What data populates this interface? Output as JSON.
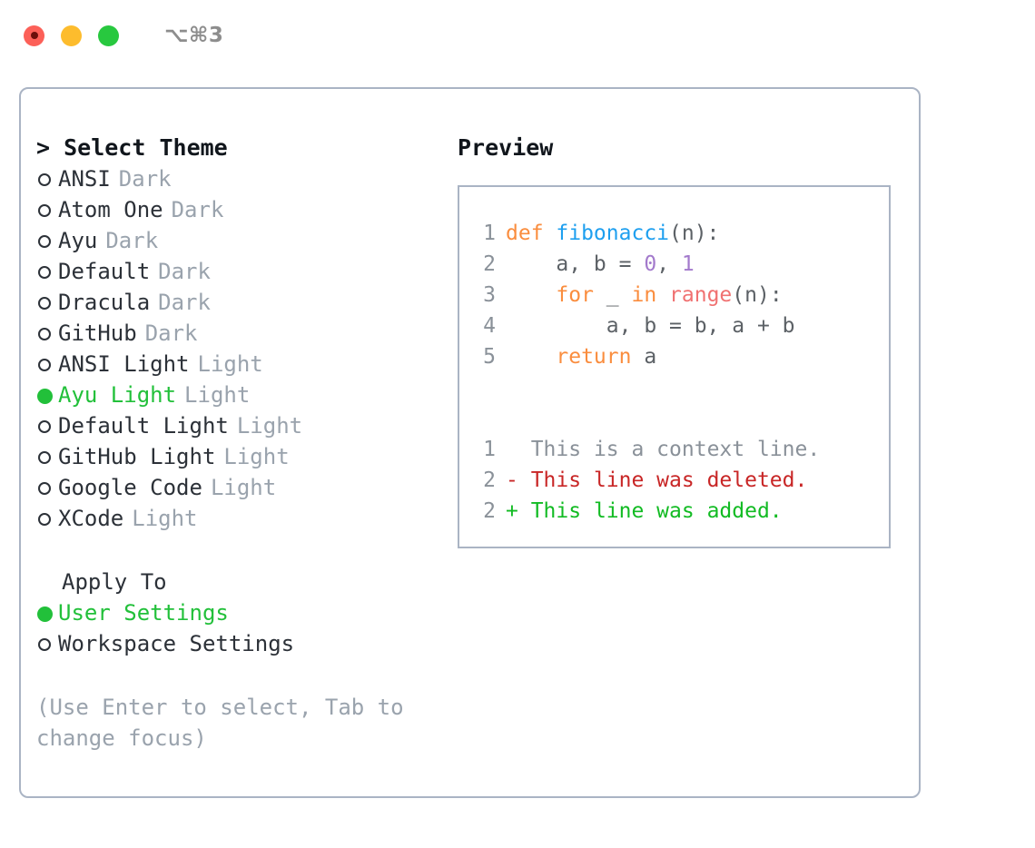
{
  "titlebar": {
    "shortcut": "⌥⌘3",
    "buttons": [
      {
        "name": "close",
        "color": "#fc6058"
      },
      {
        "name": "minimize",
        "color": "#fdbc2d"
      },
      {
        "name": "zoom",
        "color": "#28c83f"
      }
    ]
  },
  "theme_picker": {
    "header": "> Select Theme",
    "selected_theme": "Ayu Light",
    "accent_color": "#22c03a",
    "items": [
      {
        "label": "ANSI",
        "kind": "Dark",
        "selected": false
      },
      {
        "label": "Atom One",
        "kind": "Dark",
        "selected": false
      },
      {
        "label": "Ayu",
        "kind": "Dark",
        "selected": false
      },
      {
        "label": "Default",
        "kind": "Dark",
        "selected": false
      },
      {
        "label": "Dracula",
        "kind": "Dark",
        "selected": false
      },
      {
        "label": "GitHub",
        "kind": "Dark",
        "selected": false
      },
      {
        "label": "ANSI Light",
        "kind": "Light",
        "selected": false
      },
      {
        "label": "Ayu Light",
        "kind": "Light",
        "selected": true
      },
      {
        "label": "Default Light",
        "kind": "Light",
        "selected": false
      },
      {
        "label": "GitHub Light",
        "kind": "Light",
        "selected": false
      },
      {
        "label": "Google Code",
        "kind": "Light",
        "selected": false
      },
      {
        "label": "XCode",
        "kind": "Light",
        "selected": false
      }
    ]
  },
  "apply_to": {
    "title": "Apply To",
    "selected_option": "User Settings",
    "options": [
      {
        "label": "User Settings",
        "selected": true
      },
      {
        "label": "Workspace Settings",
        "selected": false
      }
    ]
  },
  "hint": "(Use Enter to select, Tab to change focus)",
  "preview": {
    "label": "Preview",
    "code_lines": [
      {
        "lineno": "1",
        "tokens": [
          {
            "text": "def ",
            "type": "kw"
          },
          {
            "text": "fibonacci",
            "type": "fn"
          },
          {
            "text": "(n):",
            "type": "plain"
          }
        ]
      },
      {
        "lineno": "2",
        "tokens": [
          {
            "text": "    a, b = ",
            "type": "plain"
          },
          {
            "text": "0",
            "type": "num"
          },
          {
            "text": ", ",
            "type": "plain"
          },
          {
            "text": "1",
            "type": "num"
          }
        ]
      },
      {
        "lineno": "3",
        "tokens": [
          {
            "text": "    ",
            "type": "plain"
          },
          {
            "text": "for",
            "type": "kw"
          },
          {
            "text": " _ ",
            "type": "plain"
          },
          {
            "text": "in",
            "type": "kw"
          },
          {
            "text": " ",
            "type": "plain"
          },
          {
            "text": "range",
            "type": "builtin"
          },
          {
            "text": "(n):",
            "type": "plain"
          }
        ]
      },
      {
        "lineno": "4",
        "tokens": [
          {
            "text": "        a, b = b, a + b",
            "type": "plain"
          }
        ]
      },
      {
        "lineno": "5",
        "tokens": [
          {
            "text": "    ",
            "type": "plain"
          },
          {
            "text": "return",
            "type": "kw"
          },
          {
            "text": " a",
            "type": "plain"
          }
        ]
      }
    ],
    "diff_lines": [
      {
        "lineno": "1",
        "marker": " ",
        "text": " This is a context line.",
        "type": "ctx"
      },
      {
        "lineno": "2",
        "marker": "-",
        "text": " This line was deleted.",
        "type": "del"
      },
      {
        "lineno": "2",
        "marker": "+",
        "text": " This line was added.",
        "type": "add"
      }
    ]
  }
}
